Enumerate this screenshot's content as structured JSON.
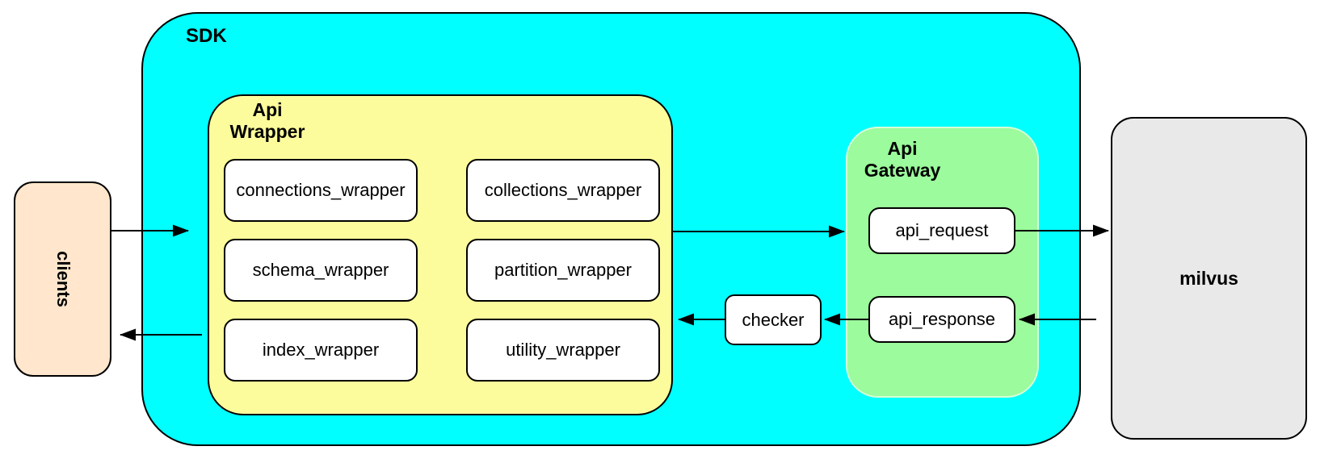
{
  "diagram": {
    "nodes": {
      "clients": {
        "label": "clients"
      },
      "sdk": {
        "label": "SDK",
        "api_wrapper": {
          "label_line1": "Api",
          "label_line2": "Wrapper",
          "boxes": [
            "connections_wrapper",
            "collections_wrapper",
            "schema_wrapper",
            "partition_wrapper",
            "index_wrapper",
            "utility_wrapper"
          ]
        },
        "checker": {
          "label": "checker"
        },
        "api_gateway": {
          "label_line1": "Api",
          "label_line2": "Gateway",
          "boxes": [
            "api_request",
            "api_response"
          ]
        }
      },
      "milvus": {
        "label": "milvus"
      }
    },
    "arrows": [
      {
        "from": "clients",
        "to": "api_wrapper"
      },
      {
        "from": "api_wrapper",
        "to": "api_request"
      },
      {
        "from": "api_request",
        "to": "milvus"
      },
      {
        "from": "milvus",
        "to": "api_response"
      },
      {
        "from": "api_response",
        "to": "checker"
      },
      {
        "from": "checker",
        "to": "api_wrapper"
      },
      {
        "from": "api_wrapper",
        "to": "clients"
      }
    ],
    "colors": {
      "sdk_fill": "#00FFFF",
      "api_wrapper_fill": "#FCFC9C",
      "api_gateway_fill": "#9CFB9C",
      "clients_fill": "#FFE6CC",
      "milvus_fill": "#E9E9E9",
      "inner_box_fill": "#FFFFFF",
      "stroke": "#000000"
    }
  }
}
